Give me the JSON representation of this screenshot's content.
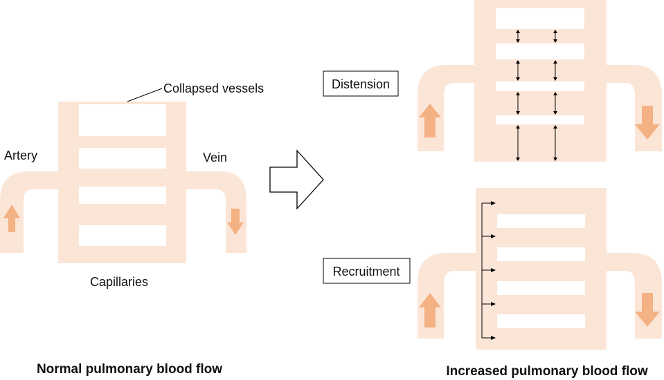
{
  "labels": {
    "collapsed_vessels": "Collapsed vessels",
    "artery": "Artery",
    "vein": "Vein",
    "capillaries": "Capillaries",
    "distension": "Distension",
    "recruitment": "Recruitment"
  },
  "titles": {
    "normal": "Normal pulmonary blood flow",
    "increased": "Increased pulmonary blood flow"
  },
  "colors": {
    "vessel": "#fbe5d6",
    "flow_arrow": "#f4b183",
    "outline": "#000000"
  }
}
